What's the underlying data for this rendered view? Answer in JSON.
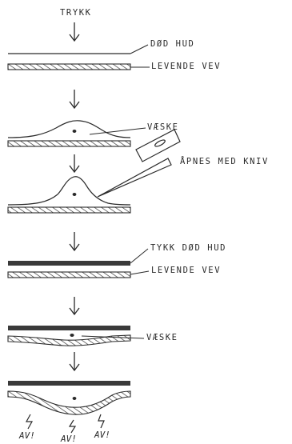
{
  "labels": {
    "trykk": "TRYKK",
    "dod_hud": "DØD HUD",
    "levende_vev_1": "LEVENDE VEV",
    "vaeske_1": "VÆSKE",
    "apnes": "ÅPNES MED KNIV",
    "tykk_dod_hud": "TYKK DØD HUD",
    "levende_vev_2": "LEVENDE VEV",
    "vaeske_2": "VÆSKE",
    "av_1": "AV!",
    "av_2": "AV!",
    "av_3": "AV!"
  },
  "colors": {
    "ink": "#2a2a2a",
    "thick_dead_skin": "#3a3a3a",
    "background": "#ffffff"
  }
}
